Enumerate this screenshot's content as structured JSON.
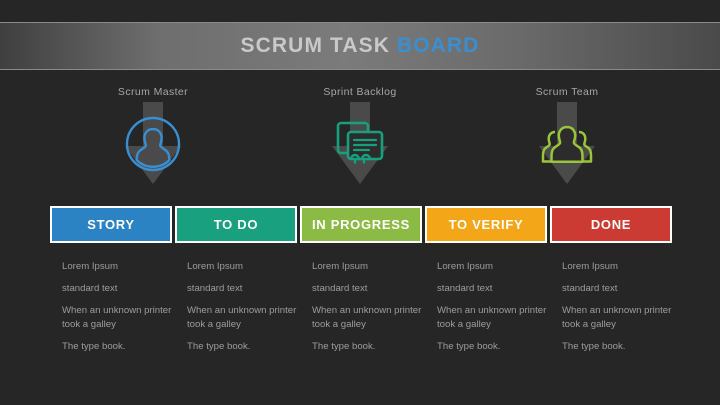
{
  "slide": {
    "background_color": "#262626",
    "title": {
      "main": "SCRUM TASK",
      "accent": "BOARD",
      "accent_color": "#3a8fd0"
    }
  },
  "roles": [
    {
      "label": "Scrum Master",
      "icon": "single-person-in-circle-icon",
      "icon_color": "#3a8fd0",
      "arrow": "down-arrow-icon",
      "arrow_color": "#4a4a4a"
    },
    {
      "label": "Sprint Backlog",
      "icon": "stacked-documents-icon",
      "icon_color": "#17a07e",
      "arrow": "down-arrow-icon",
      "arrow_color": "#4a4a4a"
    },
    {
      "label": "Scrum Team",
      "icon": "people-group-icon",
      "icon_color": "#9ac53a",
      "arrow": "down-arrow-icon",
      "arrow_color": "#4a4a4a"
    }
  ],
  "columns": [
    {
      "header": "STORY",
      "color": "#2b83c3",
      "lines": [
        "Lorem Ipsum",
        "standard text",
        "When an unknown printer took a galley",
        "The type book."
      ]
    },
    {
      "header": "TO DO",
      "color": "#19a07e",
      "lines": [
        "Lorem Ipsum",
        "standard text",
        "When an unknown printer took a galley",
        "The type book."
      ]
    },
    {
      "header": "IN PROGRESS",
      "color": "#8cbb45",
      "lines": [
        "Lorem Ipsum",
        "standard text",
        "When an unknown printer took a galley",
        "The type book."
      ]
    },
    {
      "header": "TO VERIFY",
      "color": "#f2a618",
      "lines": [
        "Lorem Ipsum",
        "standard text",
        "When an unknown printer took a galley",
        "The type book."
      ]
    },
    {
      "header": "DONE",
      "color": "#cc3b33",
      "lines": [
        "Lorem Ipsum",
        "standard text",
        "When an unknown printer took a galley",
        "The type book."
      ]
    }
  ]
}
